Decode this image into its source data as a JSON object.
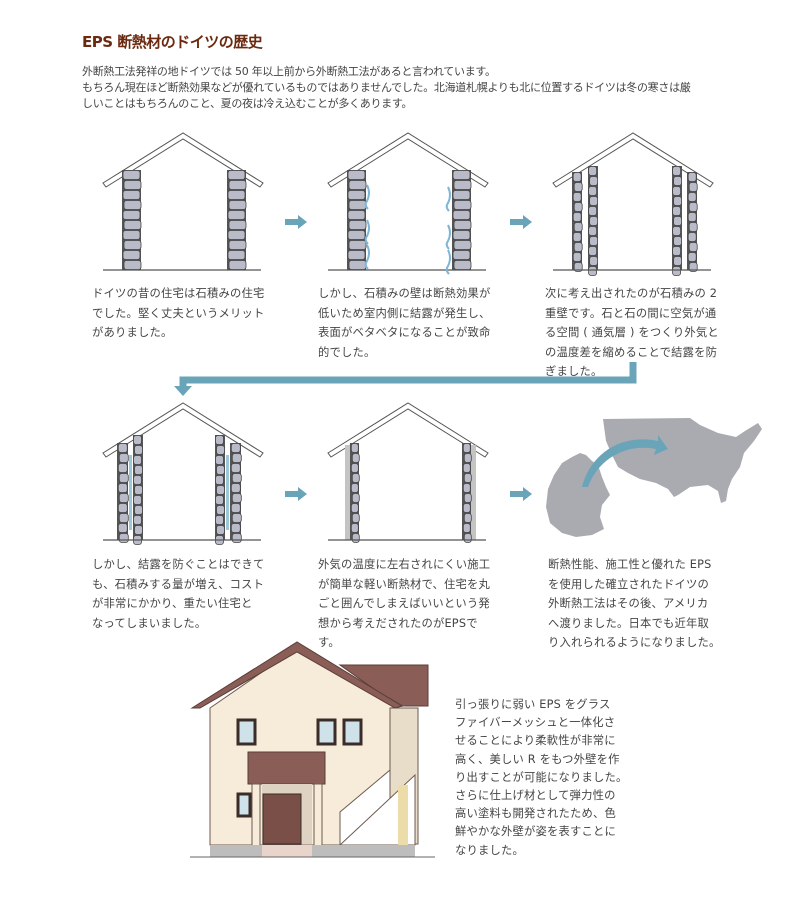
{
  "title": "EPS 断熱材のドイツの歴史",
  "intro": [
    "外断熱工法発祥の地ドイツでは 50 年以上前から外断熱工法があると言われています。",
    "もちろん現在ほど断熱効果などが優れているものではありませんでした。北海道札幌よりも北に位置するドイツは冬の寒さは厳",
    "しいことはもちろんのこと、夏の夜は冷え込むことが多くあります。"
  ],
  "steps": [
    {
      "lines": [
        "ドイツの昔の住宅は石積みの住宅",
        "でした。堅く丈夫というメリット",
        "がありました。"
      ]
    },
    {
      "lines": [
        "しかし、石積みの壁は断熱効果が",
        "低いため室内側に結露が発生し、",
        "表面がベタベタになることが致命",
        "的でした。"
      ]
    },
    {
      "lines": [
        "次に考え出されたのが石積みの 2",
        "重壁です。石と石の間に空気が通",
        "る空間 ( 通気層 ) をつくり外気と",
        "の温度差を縮めることで結露を防",
        "ぎました。"
      ]
    },
    {
      "lines": [
        "しかし、結露を防ぐことはできて",
        "も、石積みする量が増え、コスト",
        "が非常にかかり、重たい住宅と",
        "なってしまいました。"
      ]
    },
    {
      "lines": [
        "外気の温度に左右されにくい施工",
        "が簡単な軽い断熱材で、住宅を丸",
        "ごと囲んでしまえばいいという発",
        "想から考えだされたのがEPSです。"
      ]
    },
    {
      "lines": [
        "断熱性能、施工性と優れた EPS",
        "を使用した確立されたドイツの",
        "外断熱工法はその後、アメリカ",
        "へ渡りました。日本でも近年取",
        "り入れられるようになりました。"
      ]
    }
  ],
  "final": {
    "lines": [
      "引っ張りに弱い EPS をグラス",
      "ファイバーメッシュと一体化さ",
      "せることにより柔軟性が非常に",
      "高く、美しい R をもつ外壁を作",
      "り出すことが可能になりました。",
      "さらに仕上げ材として弾力性の",
      "高い塗料も開発されたため、色",
      "鮮やかな外壁が姿を表すことに",
      "なりました。"
    ]
  },
  "colors": {
    "title": "#6b2a10",
    "arrow": "#6aa4b9",
    "stone": "#b9bcc8",
    "map": "#a9abb0"
  }
}
